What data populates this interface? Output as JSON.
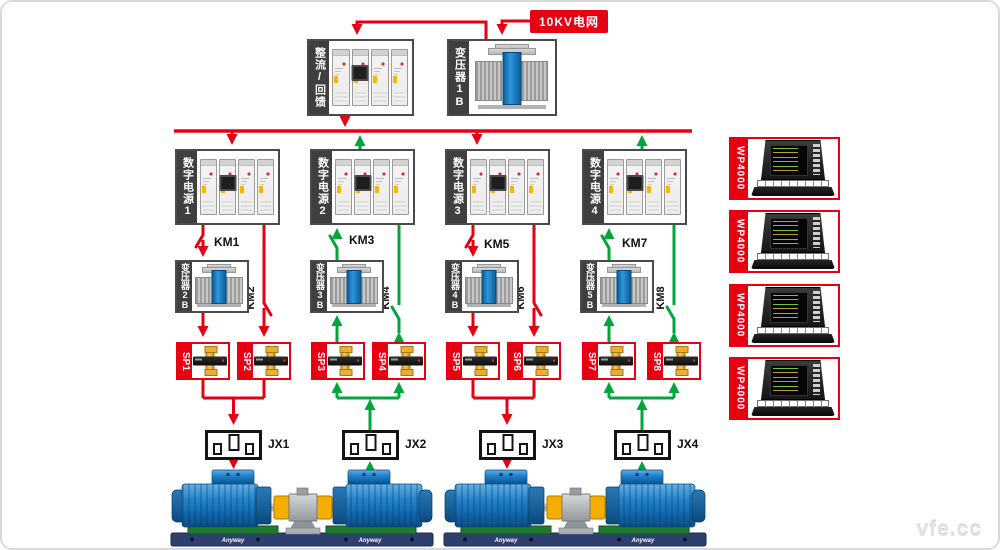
{
  "canvas": {
    "watermark": "vfe.cc"
  },
  "colors": {
    "line_red": "#e60012",
    "line_green": "#00a63c",
    "frame_red": "#e60012",
    "motor_blue": "#1b79c4"
  },
  "grid": {
    "label": "10KV电网"
  },
  "rectifier": {
    "label": "整流/回馈"
  },
  "main_transformer": {
    "label": "变压器1B"
  },
  "groups": [
    {
      "supply": "数字电源1",
      "km_a": "KM1",
      "km_b": "KM2",
      "transformer": "变压器2B",
      "sp_a": "SP1",
      "sp_b": "SP2",
      "jx": "JX1"
    },
    {
      "supply": "数字电源2",
      "km_a": "KM3",
      "km_b": "KM4",
      "transformer": "变压器3B",
      "sp_a": "SP3",
      "sp_b": "SP4",
      "jx": "JX2"
    },
    {
      "supply": "数字电源3",
      "km_a": "KM5",
      "km_b": "KM6",
      "transformer": "变压器4B",
      "sp_a": "SP5",
      "sp_b": "SP6",
      "jx": "JX3"
    },
    {
      "supply": "数字电源4",
      "km_a": "KM7",
      "km_b": "KM8",
      "transformer": "变压器5B",
      "sp_a": "SP7",
      "sp_b": "SP8",
      "jx": "JX4"
    }
  ],
  "analyzers": [
    {
      "label": "WP4000"
    },
    {
      "label": "WP4000"
    },
    {
      "label": "WP4000"
    },
    {
      "label": "WP4000"
    }
  ],
  "motors": {
    "brand": "Anyway"
  }
}
